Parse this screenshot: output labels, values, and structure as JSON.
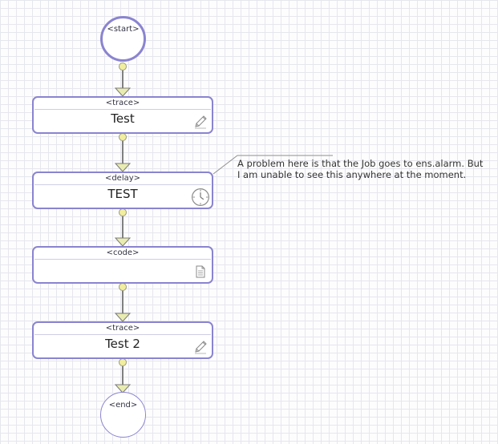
{
  "start": {
    "label": "<start>"
  },
  "end": {
    "label": "<end>"
  },
  "steps": [
    {
      "type": "<trace>",
      "name": "Test",
      "icon": "pencil-icon"
    },
    {
      "type": "<delay>",
      "name": "TEST",
      "icon": "clock-icon"
    },
    {
      "type": "<code>",
      "name": "",
      "icon": "document-icon"
    },
    {
      "type": "<trace>",
      "name": "Test 2",
      "icon": "pencil-icon"
    }
  ],
  "annotation": {
    "line1": "A problem here is that the Job goes to ens.alarm. But",
    "line2": "I am unable to see this anywhere at the moment."
  },
  "colors": {
    "node_border": "#8a84d0",
    "connector_dot": "#f2eea0",
    "arrow_fill": "#e9ecb0",
    "line": "#808080"
  }
}
